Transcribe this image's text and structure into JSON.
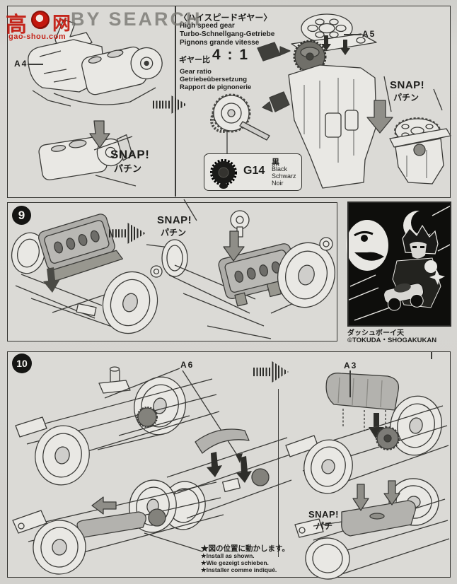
{
  "watermark": {
    "cn_left": "高",
    "cn_right": "网",
    "domain": "gao-shou.com",
    "text": "BY SEARCH"
  },
  "top_section": {
    "labels": {
      "a4": "A4",
      "a5": "A5"
    },
    "gear_info": {
      "title_jp": "〈ハイスピードギヤー〉",
      "line_en": "High speed gear",
      "line_de": "Turbo-Schnellgang-Getriebe",
      "line_fr": "Pignons grande vitesse",
      "ratio_jp": "ギヤー比",
      "ratio_value": "4 : 1",
      "ratio_en": "Gear ratio",
      "ratio_de": "Getriebeübersetzung",
      "ratio_fr": "Rapport de pignonerie"
    },
    "snap_motor": {
      "en": "SNAP!",
      "jp": "パチン"
    },
    "snap_cover": {
      "en": "SNAP!",
      "jp": "パチン"
    },
    "g14": {
      "code": "G14",
      "jp": "黒",
      "en": "Black",
      "de": "Schwarz",
      "fr": "Noir"
    }
  },
  "step9": {
    "number": "9",
    "snap": {
      "en": "SNAP!",
      "jp": "パチン"
    },
    "manga": {
      "title": "ダッシュボーイ天",
      "copyright": "©TOKUDA・SHOGAKUKAN"
    }
  },
  "step10": {
    "number": "10",
    "labels": {
      "a6": "A6",
      "a3": "A3"
    },
    "snap": {
      "en": "SNAP!",
      "jp": "パチ"
    },
    "notes": {
      "jp": "★図の位置に動かします。",
      "en": "★Install as shown.",
      "de": "★Wie gezeigt schieben.",
      "fr": "★Installer comme indiqué."
    }
  }
}
